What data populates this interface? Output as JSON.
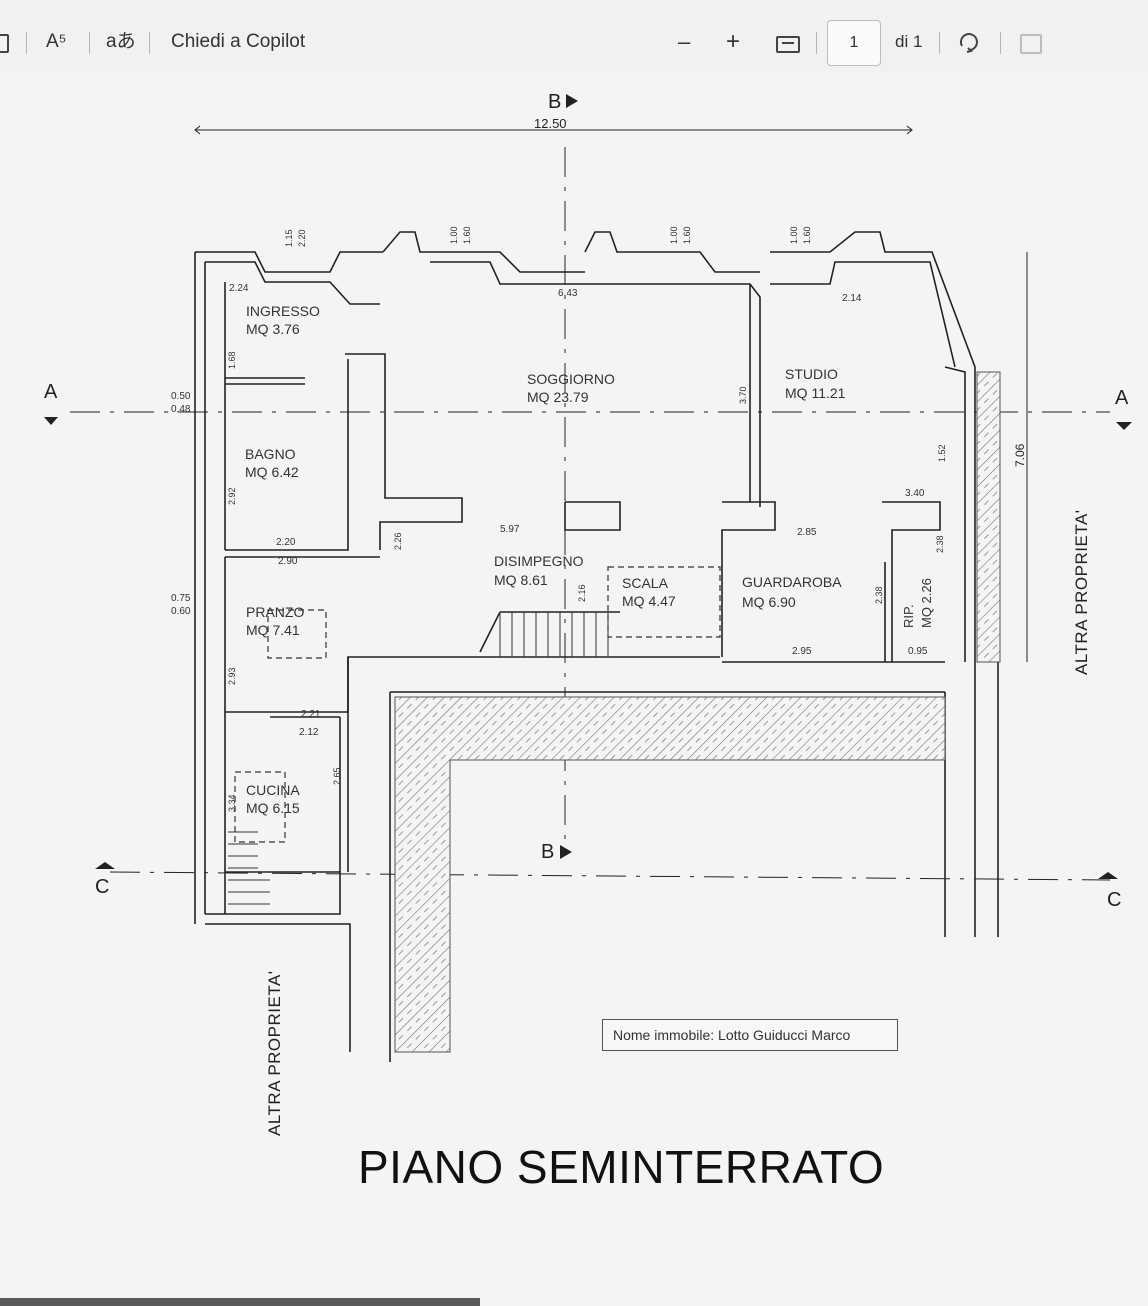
{
  "toolbar": {
    "read_aloud_icon": "A⁵",
    "translate_icon": "aあ",
    "ask_copilot": "Chiedi a Copilot",
    "zoom_out": "–",
    "zoom_in": "+",
    "current_page": "1",
    "page_total": "di 1"
  },
  "plan": {
    "title": "PIANO SEMINTERRATO",
    "property_name": "Nome immobile: Lotto Guiducci Marco",
    "adjacent_property_label": "ALTRA PROPRIETA'",
    "section_markers": {
      "a": "A",
      "b": "B",
      "c": "C"
    },
    "overall_width": "12.50",
    "overall_depth": "7.06",
    "rooms": {
      "ingresso": {
        "name": "INGRESSO",
        "area": "MQ 3.76"
      },
      "bagno": {
        "name": "BAGNO",
        "area": "MQ 6.42"
      },
      "pranzo": {
        "name": "PRANZO",
        "area": "MQ 7.41"
      },
      "cucina": {
        "name": "CUCINA",
        "area": "MQ 6.15"
      },
      "soggiorno": {
        "name": "SOGGIORNO",
        "area": "MQ 23.79"
      },
      "studio": {
        "name": "STUDIO",
        "area": "MQ 11.21"
      },
      "disimpegno": {
        "name": "DISIMPEGNO",
        "area": "MQ 8.61"
      },
      "scala": {
        "name": "SCALA",
        "area": "MQ 4.47"
      },
      "guardaroba": {
        "name": "GUARDAROBA",
        "area": "MQ 6.90"
      },
      "rip": {
        "name": "RIP.",
        "area": "MQ 2.26"
      }
    },
    "dimensions": {
      "d224": "2.24",
      "d643": "6.43",
      "d214": "2.14",
      "d050": "0.50",
      "d048": "0.48",
      "d220": "2.20",
      "d290": "2.90",
      "d075": "0.75",
      "d060": "0.60",
      "d221": "2.21",
      "d212": "2.12",
      "d597": "5.97",
      "d285": "2.85",
      "d340": "3.40",
      "d295": "2.95",
      "d095": "0.95",
      "v115": "1.15",
      "v220": "2.20",
      "v100a": "1.00",
      "v160a": "1.60",
      "v100b": "1.00",
      "v160b": "1.60",
      "v100c": "1.00",
      "v160c": "1.60",
      "v168": "1.68",
      "v292": "2.92",
      "v226": "2.26",
      "v293": "2.93",
      "v334": "3.34",
      "v265": "2.65",
      "v216": "2.16",
      "v370": "3.70",
      "v152": "1.52",
      "v238a": "2.38",
      "v238b": "2.38"
    }
  }
}
